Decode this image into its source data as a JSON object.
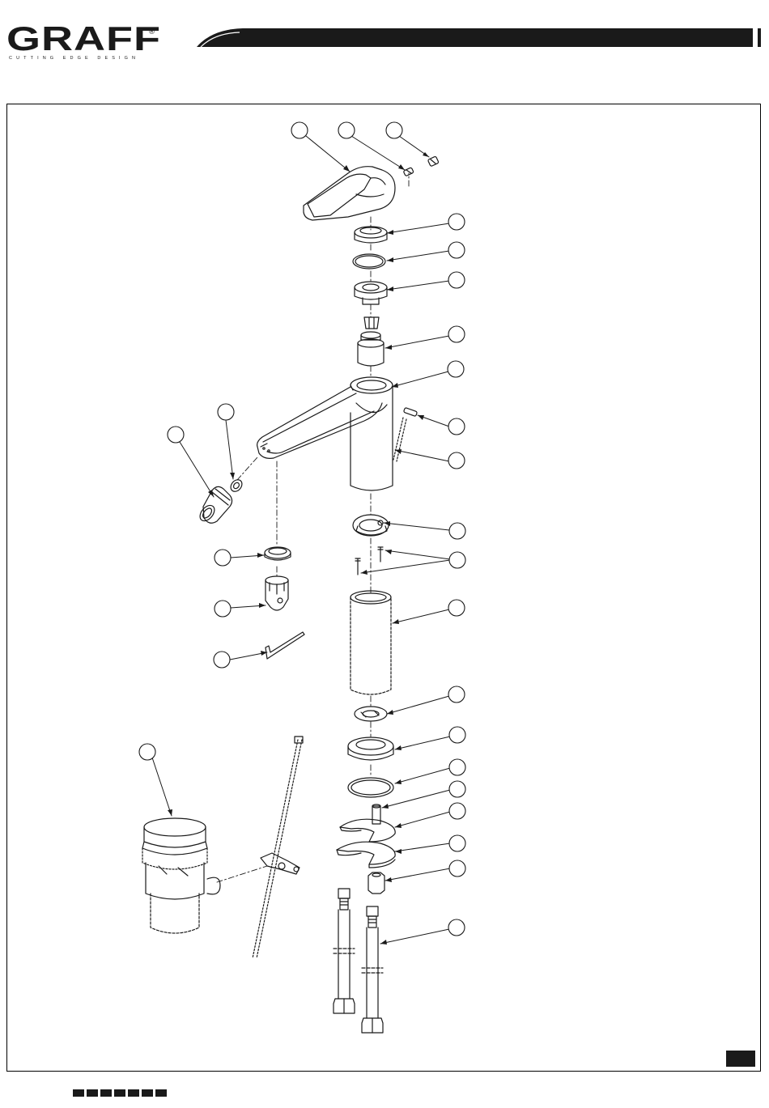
{
  "header": {
    "logo_text": "GRAFF",
    "logo_registered": "®",
    "logo_tagline": "CUTTING EDGE DESIGN"
  },
  "callouts": [
    {
      "id": "callout-1",
      "label": ""
    },
    {
      "id": "callout-2",
      "label": ""
    },
    {
      "id": "callout-3",
      "label": ""
    },
    {
      "id": "callout-4",
      "label": ""
    },
    {
      "id": "callout-5",
      "label": ""
    },
    {
      "id": "callout-6",
      "label": ""
    },
    {
      "id": "callout-7",
      "label": ""
    },
    {
      "id": "callout-8",
      "label": ""
    },
    {
      "id": "callout-9",
      "label": ""
    },
    {
      "id": "callout-10",
      "label": ""
    },
    {
      "id": "callout-11",
      "label": ""
    },
    {
      "id": "callout-12",
      "label": ""
    },
    {
      "id": "callout-13",
      "label": ""
    },
    {
      "id": "callout-14",
      "label": ""
    },
    {
      "id": "callout-15",
      "label": ""
    },
    {
      "id": "callout-16",
      "label": ""
    },
    {
      "id": "callout-17",
      "label": ""
    },
    {
      "id": "callout-18",
      "label": ""
    },
    {
      "id": "callout-19",
      "label": ""
    },
    {
      "id": "callout-20",
      "label": ""
    },
    {
      "id": "callout-21",
      "label": ""
    },
    {
      "id": "callout-22",
      "label": ""
    },
    {
      "id": "callout-23",
      "label": ""
    },
    {
      "id": "callout-24",
      "label": ""
    },
    {
      "id": "callout-25",
      "label": ""
    },
    {
      "id": "callout-26",
      "label": ""
    }
  ],
  "footer": {
    "page_label": ""
  },
  "colors": {
    "ink": "#1a1a1a",
    "background": "#ffffff"
  }
}
